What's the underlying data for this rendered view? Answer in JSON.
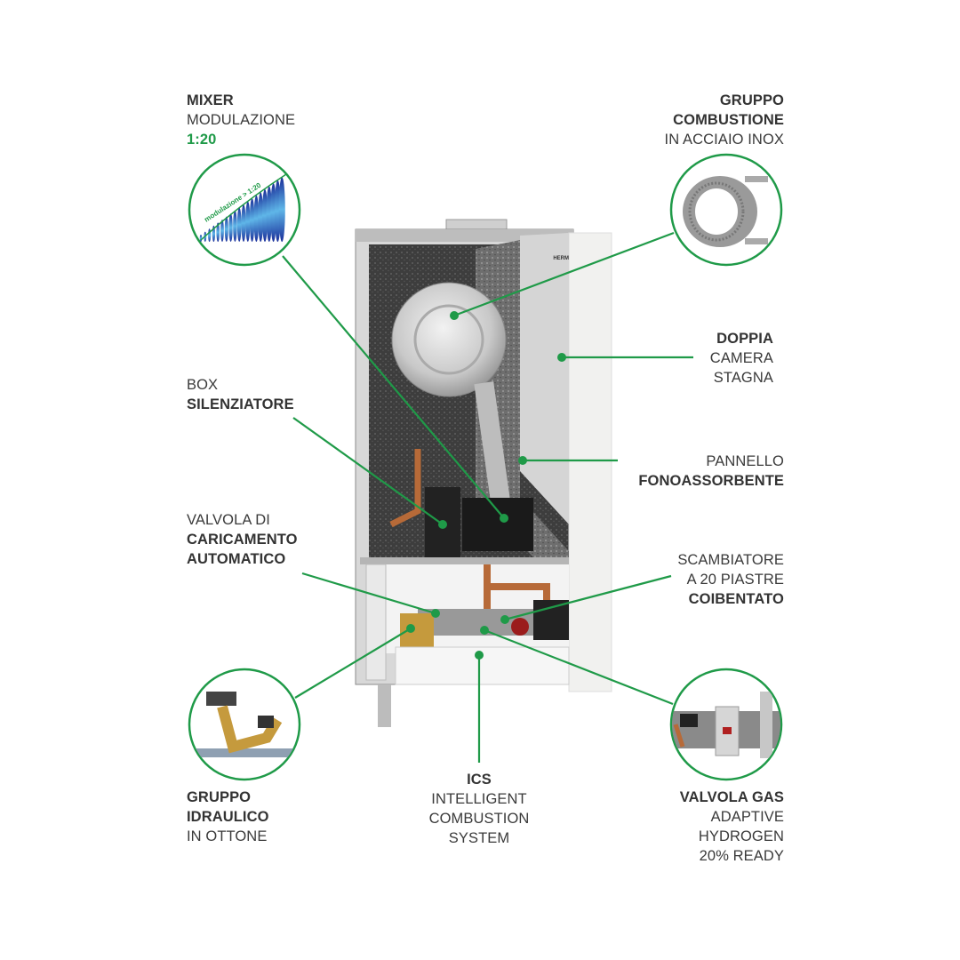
{
  "colors": {
    "accent": "#1f9a48",
    "text": "#3a3a3a"
  },
  "brand_fragment": "HERM",
  "labels": {
    "mixer": {
      "l1": "MIXER",
      "l2": "MODULAZIONE",
      "l3": "1:20",
      "inset_text": "modulazione > 1:20"
    },
    "combustione": {
      "l1": "GRUPPO",
      "l2": "COMBUSTIONE",
      "l3": "IN ACCIAIO INOX"
    },
    "doppia": {
      "l1": "DOPPIA",
      "l2": "CAMERA",
      "l3": "STAGNA"
    },
    "box": {
      "l1": "BOX",
      "l2": "SILENZIATORE"
    },
    "pannello": {
      "l1": "PANNELLO",
      "l2": "FONOASSORBENTE"
    },
    "valvola_car": {
      "l1": "VALVOLA DI",
      "l2": "CARICAMENTO",
      "l3": "AUTOMATICO"
    },
    "scambiatore": {
      "l1": "SCAMBIATORE",
      "l2": "A 20 PIASTRE",
      "l3": "COIBENTATO"
    },
    "idraulico": {
      "l1": "GRUPPO",
      "l2": "IDRAULICO",
      "l3": "IN OTTONE"
    },
    "ics": {
      "l1": "ICS",
      "l2": "INTELLIGENT",
      "l3": "COMBUSTION",
      "l4": "SYSTEM"
    },
    "gas": {
      "l1": "VALVOLA GAS",
      "l2": "ADAPTIVE",
      "l3": "HYDROGEN",
      "l4": "20% READY"
    }
  }
}
